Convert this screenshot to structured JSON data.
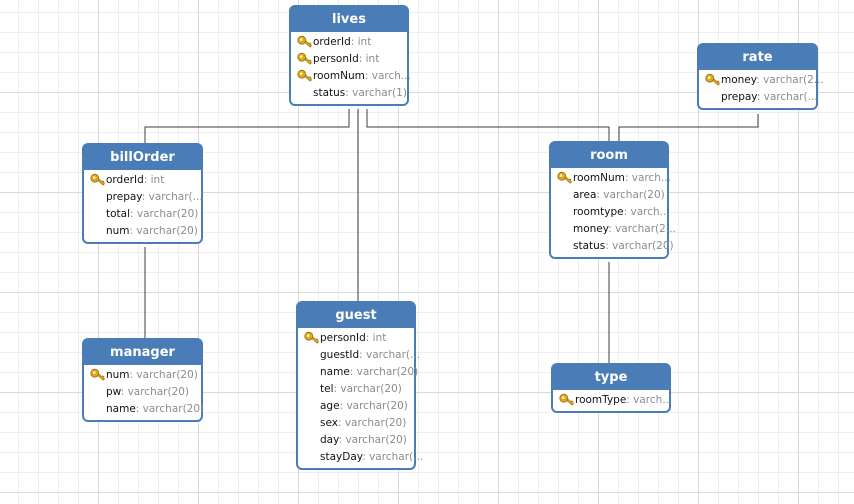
{
  "colors": {
    "header": "#4a7db7",
    "border": "#4a7db7",
    "line": "#3c3c3c",
    "key": "#e0a81e"
  },
  "entities": [
    {
      "id": "lives",
      "title": "lives",
      "fields": [
        {
          "name": "orderId",
          "type": ": int",
          "key": true
        },
        {
          "name": "personId",
          "type": ": int",
          "key": true
        },
        {
          "name": "roomNum",
          "type": ": varch...",
          "key": true
        },
        {
          "name": "status",
          "type": ": varchar(1)",
          "key": false
        }
      ]
    },
    {
      "id": "rate",
      "title": "rate",
      "fields": [
        {
          "name": "money",
          "type": ": varchar(2...",
          "key": true
        },
        {
          "name": "prepay",
          "type": ": varchar(...",
          "key": false
        }
      ]
    },
    {
      "id": "billOrder",
      "title": "billOrder",
      "fields": [
        {
          "name": "orderId",
          "type": ": int",
          "key": true
        },
        {
          "name": "prepay",
          "type": ": varchar(...",
          "key": false
        },
        {
          "name": "total",
          "type": ": varchar(20)",
          "key": false
        },
        {
          "name": "num",
          "type": ": varchar(20)",
          "key": false
        }
      ]
    },
    {
      "id": "room",
      "title": "room",
      "fields": [
        {
          "name": "roomNum",
          "type": ": varch...",
          "key": true
        },
        {
          "name": "area",
          "type": ": varchar(20)",
          "key": false
        },
        {
          "name": "roomtype",
          "type": ": varch...",
          "key": false
        },
        {
          "name": "money",
          "type": ": varchar(2...",
          "key": false
        },
        {
          "name": "status",
          "type": ": varchar(20)",
          "key": false
        }
      ]
    },
    {
      "id": "manager",
      "title": "manager",
      "fields": [
        {
          "name": "num",
          "type": ": varchar(20)",
          "key": true
        },
        {
          "name": "pw",
          "type": ": varchar(20)",
          "key": false
        },
        {
          "name": "name",
          "type": ": varchar(20)",
          "key": false
        }
      ]
    },
    {
      "id": "guest",
      "title": "guest",
      "fields": [
        {
          "name": "personId",
          "type": ": int",
          "key": true
        },
        {
          "name": "guestId",
          "type": ": varchar(...",
          "key": false
        },
        {
          "name": "name",
          "type": ": varchar(20)",
          "key": false
        },
        {
          "name": "tel",
          "type": ": varchar(20)",
          "key": false
        },
        {
          "name": "age",
          "type": ": varchar(20)",
          "key": false
        },
        {
          "name": "sex",
          "type": ": varchar(20)",
          "key": false
        },
        {
          "name": "day",
          "type": ": varchar(20)",
          "key": false
        },
        {
          "name": "stayDay",
          "type": ": varchar(...",
          "key": false
        }
      ]
    },
    {
      "id": "type",
      "title": "type",
      "fields": [
        {
          "name": "roomType",
          "type": ": varch...",
          "key": true
        }
      ]
    }
  ],
  "relationships": [
    {
      "from": "lives",
      "to": "billOrder"
    },
    {
      "from": "lives",
      "to": "guest"
    },
    {
      "from": "lives",
      "to": "room"
    },
    {
      "from": "rate",
      "to": "room"
    },
    {
      "from": "billOrder",
      "to": "manager"
    },
    {
      "from": "room",
      "to": "type"
    }
  ]
}
